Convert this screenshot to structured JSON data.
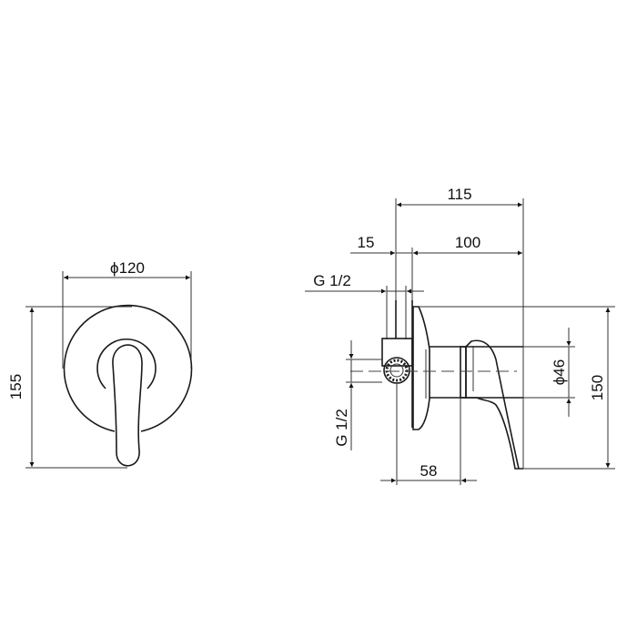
{
  "drawing": {
    "title": "Concealed single-lever shower mixer technical drawing",
    "front_view": {
      "diameter_label": "ϕ120",
      "height_label": "155"
    },
    "side_view": {
      "overall_depth_label": "115",
      "wall_plate_label": "15",
      "projection_label": "100",
      "top_connection_label": "G 1/2",
      "side_connection_label": "G 1/2",
      "body_diameter_label": "ϕ46",
      "height_label": "150",
      "offset_label": "58"
    },
    "colors": {
      "line": "#1a1a1a",
      "text": "#111111",
      "background": "#ffffff"
    }
  }
}
